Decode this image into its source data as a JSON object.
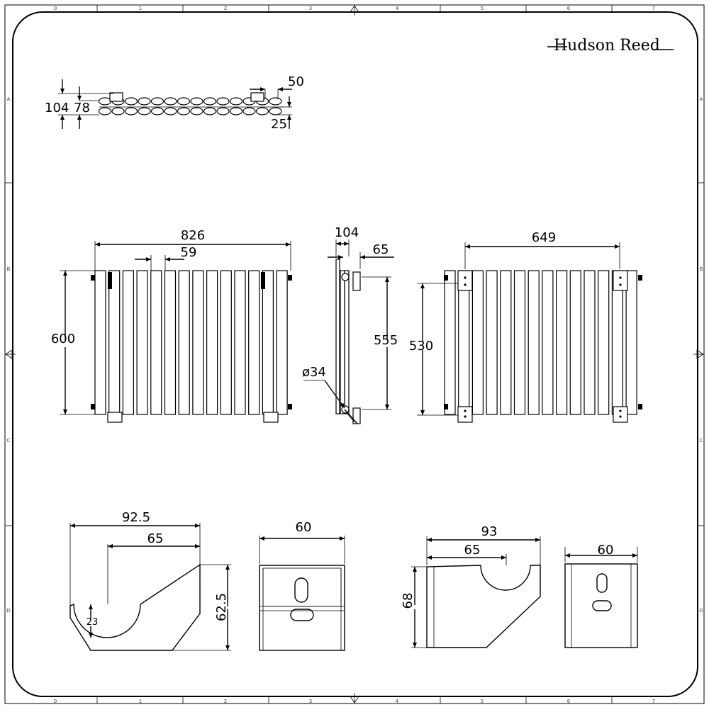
{
  "brand": {
    "name": "Hudson Reed"
  },
  "border_ticks": {
    "columns": [
      "0",
      "1",
      "2",
      "3",
      "4",
      "5",
      "6",
      "7"
    ],
    "rows": [
      "A",
      "B",
      "C",
      "D"
    ]
  },
  "top_view": {
    "dims": [
      "104",
      "78",
      "50",
      "25"
    ]
  },
  "front_view": {
    "width": "826",
    "spacing": "59",
    "height": "600"
  },
  "side_view": {
    "depth": "104",
    "offset": "65",
    "centres": "555",
    "pipe": "ø34"
  },
  "rear_view": {
    "bracket_centres": "649",
    "height": "530"
  },
  "bracket_a_side": {
    "width": "92.5",
    "inner": "65",
    "height": "62.5",
    "radius": "23"
  },
  "bracket_a_front": {
    "width": "60"
  },
  "bracket_b_side": {
    "width": "93",
    "inner": "65",
    "height": "68"
  },
  "bracket_b_front": {
    "width": "60"
  }
}
